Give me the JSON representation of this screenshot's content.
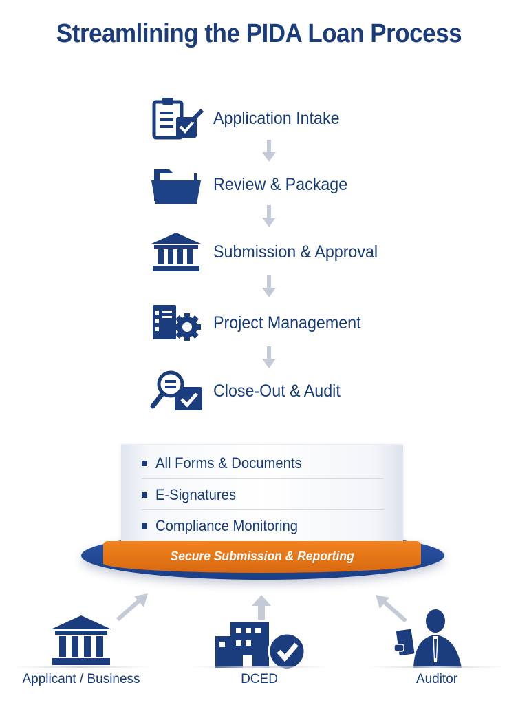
{
  "title": "Streamlining the PIDA Loan Process",
  "colors": {
    "primary": "#1b3c7d",
    "accent_orange": "#e8761a",
    "arrow_gray": "#c4cbd6"
  },
  "steps": [
    {
      "label": "Application Intake",
      "icon": "clipboard-check-icon"
    },
    {
      "label": "Review & Package",
      "icon": "folder-icon"
    },
    {
      "label": "Submission & Approval",
      "icon": "bank-building-icon"
    },
    {
      "label": "Project Management",
      "icon": "document-gear-icon"
    },
    {
      "label": "Close-Out & Audit",
      "icon": "magnifier-check-icon"
    }
  ],
  "platform": {
    "items": [
      "All Forms & Documents",
      "E-Signatures",
      "Compliance Monitoring"
    ],
    "base_label": "Secure Submission & Reporting"
  },
  "actors": [
    {
      "label": "Applicant / Business",
      "icon": "bank-building-icon"
    },
    {
      "label": "DCED",
      "icon": "office-building-check-icon"
    },
    {
      "label": "Auditor",
      "icon": "person-tablet-icon"
    }
  ]
}
